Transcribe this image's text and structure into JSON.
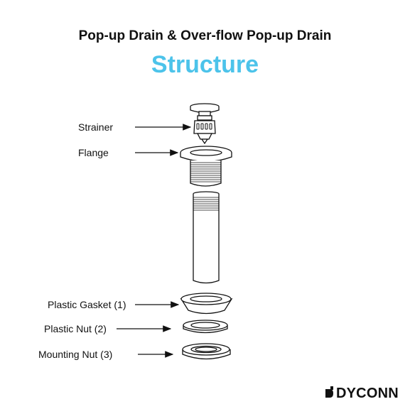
{
  "header": {
    "title": "Pop-up Drain & Over-flow Pop-up Drain",
    "subtitle": "Structure"
  },
  "parts": [
    {
      "label": "Strainer"
    },
    {
      "label": "Flange"
    },
    {
      "label": "Plastic Gasket (1)"
    },
    {
      "label": "Plastic Nut (2)"
    },
    {
      "label": "Mounting Nut (3)"
    }
  ],
  "brand": {
    "name": "DYCONN",
    "icon": "dyconn-logo-icon"
  },
  "colors": {
    "accent": "#4cc3ea",
    "ink": "#111111"
  }
}
